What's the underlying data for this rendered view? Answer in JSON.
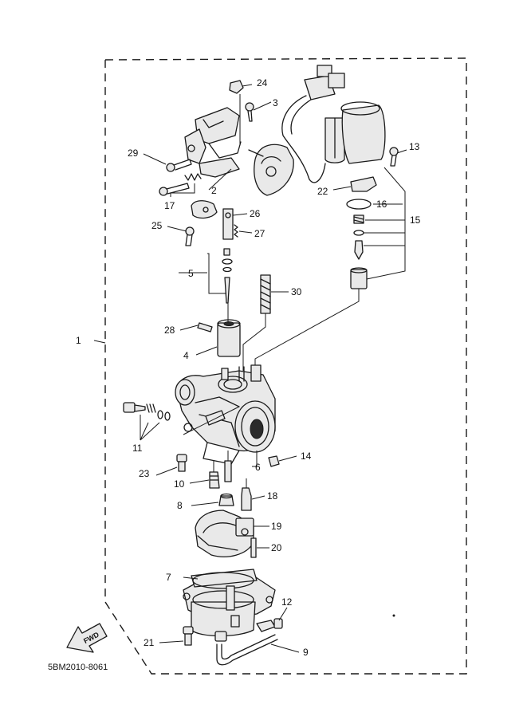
{
  "diagram": {
    "drawing_code": "5BM2010-8061",
    "direction_label": "FWD",
    "callouts": [
      "1",
      "2",
      "3",
      "4",
      "5",
      "6",
      "7",
      "8",
      "9",
      "10",
      "11",
      "12",
      "13",
      "14",
      "15",
      "16",
      "17",
      "18",
      "19",
      "20",
      "21",
      "22",
      "23",
      "24",
      "25",
      "26",
      "27",
      "28",
      "29",
      "30"
    ]
  }
}
